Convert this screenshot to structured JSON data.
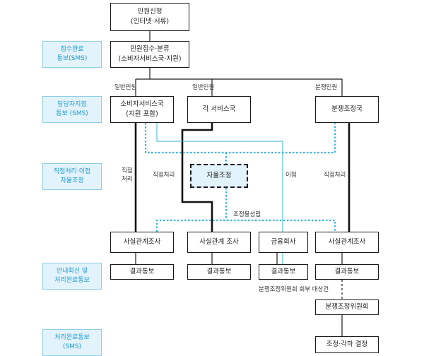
{
  "side_labels": [
    {
      "line1": "접수완료",
      "line2": "통보(SMS)"
    },
    {
      "line1": "담당자지정",
      "line2": "통보 (SMS)"
    },
    {
      "line1": "직접처리·이첩",
      "line2": "자율조정"
    },
    {
      "line1": "안내회신 및",
      "line2": "처리완료통보"
    },
    {
      "line1": "처리완료통보",
      "line2": "(SMS)"
    }
  ],
  "boxes": {
    "application": {
      "line1": "민원신청",
      "line2": "(인터넷·서류)"
    },
    "intake": {
      "line1": "민원접수·분류",
      "line2": "(소비자서비스국·지원)"
    },
    "consumer_service": {
      "line1": "소비자서비스국",
      "line2": "(지원 포함)"
    },
    "each_service": {
      "line1": "각 서비스국"
    },
    "dispute": {
      "line1": "분쟁조정국"
    },
    "voluntary": {
      "line1": "자율조정"
    },
    "fact1": {
      "line1": "사실관계조사"
    },
    "fact2": {
      "line1": "사실관계 조사"
    },
    "financial": {
      "line1": "금융회사"
    },
    "fact3": {
      "line1": "사실관계조사"
    },
    "result1": {
      "line1": "결과통보"
    },
    "result2": {
      "line1": "결과통보"
    },
    "result3": {
      "line1": "결과통보"
    },
    "result4": {
      "line1": "결과통보"
    },
    "committee": {
      "line1": "분쟁조정위원회"
    },
    "decision": {
      "line1": "조정·각하 결정"
    }
  },
  "edge_labels": {
    "general1": "일반민원",
    "general2": "일반민원",
    "dispute_civil": "분쟁민원",
    "direct_a1": "직접",
    "direct_a2": "처리",
    "direct_b": "직접처리",
    "transfer": "이첩",
    "direct_c": "직접처리",
    "mediation_failed": "조정불성립",
    "refer_committee": "분쟁조정위원회 회부 대상건"
  }
}
